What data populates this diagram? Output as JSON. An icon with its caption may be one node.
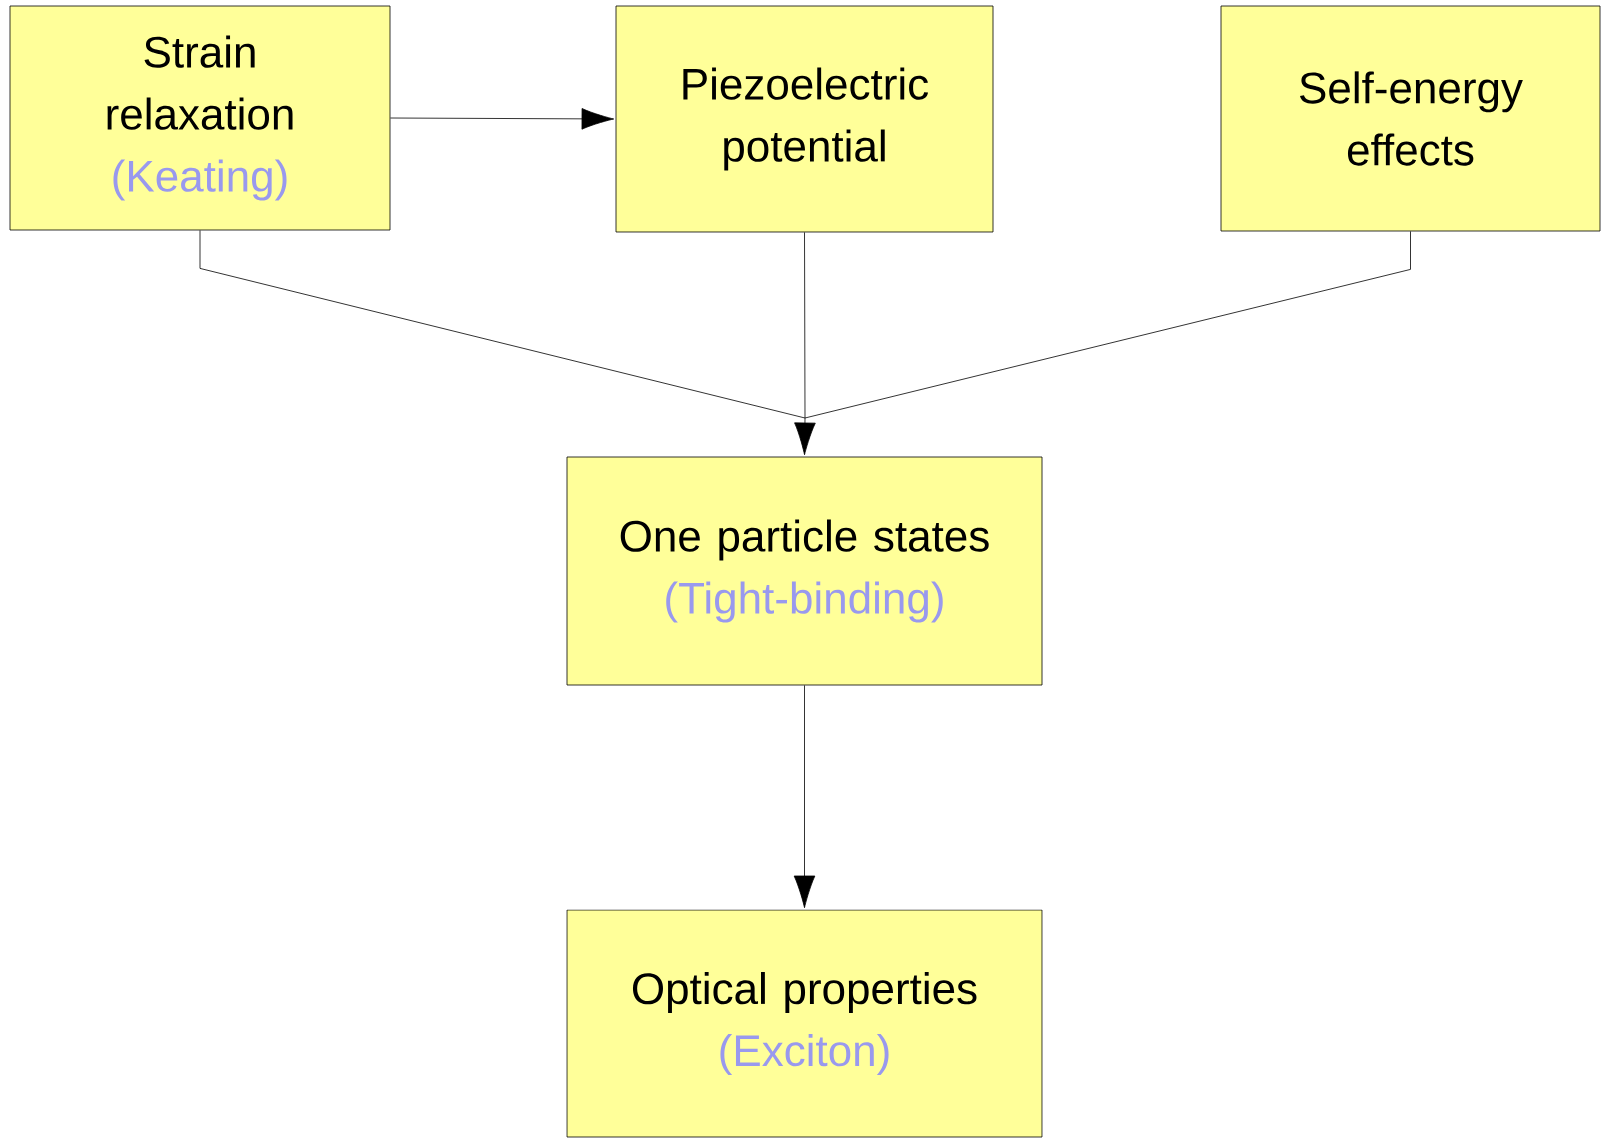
{
  "diagram": {
    "nodes": [
      {
        "text": [
          "Strain relaxation",
          "(Keating)"
        ]
      },
      {
        "text": [
          "Piezoelectric potential"
        ]
      },
      {
        "text": [
          "Self-energy effects"
        ]
      },
      {
        "text": [
          "One particle states",
          "(Tight-binding)"
        ]
      },
      {
        "text": [
          "Optical properties",
          "(Exciton)"
        ]
      }
    ],
    "edges": [
      {
        "from": 0,
        "to": 1,
        "arrow": "to"
      },
      {
        "from": 0,
        "to": 3,
        "arrow": "to"
      },
      {
        "from": 1,
        "to": 3,
        "arrow": "to"
      },
      {
        "from": 2,
        "to": 3,
        "arrow": "to"
      },
      {
        "from": 3,
        "to": 4,
        "arrow": "to"
      }
    ]
  }
}
